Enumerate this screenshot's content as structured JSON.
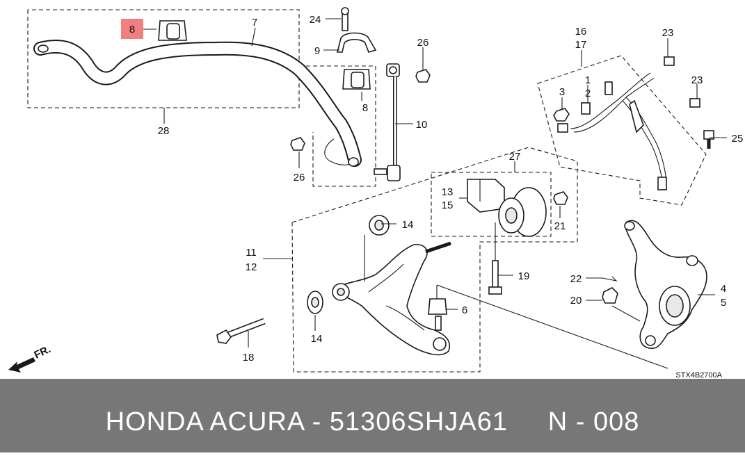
{
  "diagram": {
    "drawing_code": "STX4B2700A",
    "direction_label": "FR.",
    "callouts": {
      "c24": "24",
      "c9": "9",
      "c26a": "26",
      "c7": "7",
      "c8a": "8",
      "c8b": "8",
      "c10": "10",
      "c28": "28",
      "c26b": "26",
      "c16": "16",
      "c17": "17",
      "c23a": "23",
      "c23b": "23",
      "c1": "1",
      "c2": "2",
      "c3": "3",
      "c25": "25",
      "c27": "27",
      "c13": "13",
      "c15": "15",
      "c21": "21",
      "c14a": "14",
      "c11": "11",
      "c12": "12",
      "c19": "19",
      "c22": "22",
      "c20": "20",
      "c4": "4",
      "c5": "5",
      "c6": "6",
      "c14b": "14",
      "c18": "18"
    },
    "highlight": {
      "label": "8",
      "color": "#f08080"
    }
  },
  "footer": {
    "text": "HONDA ACURA - 51306SHJA61     N - 008",
    "background": "#777777"
  }
}
